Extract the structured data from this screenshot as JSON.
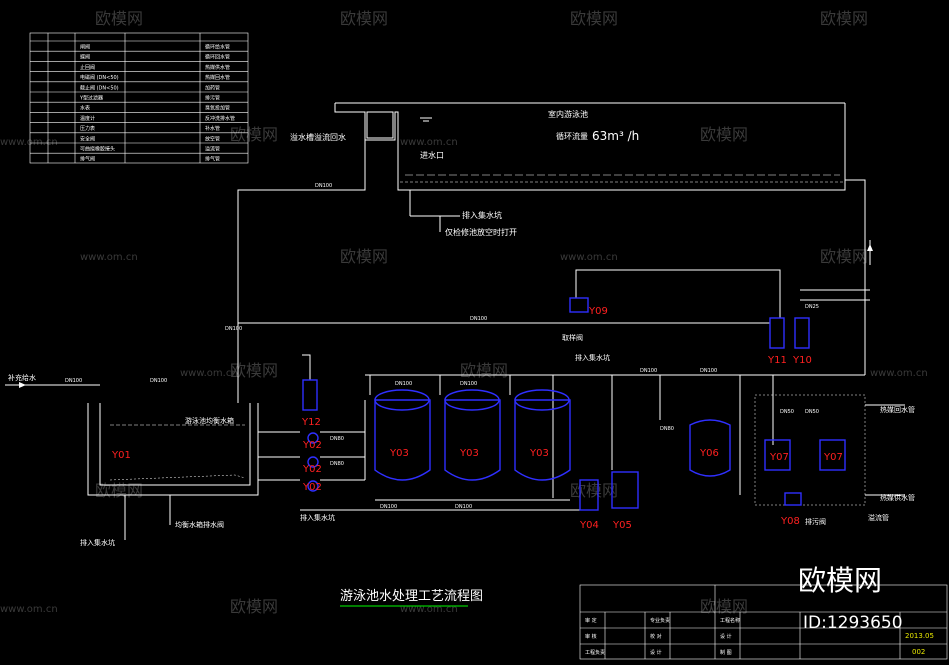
{
  "colors": {
    "background": "#000000",
    "line": "#ffffff",
    "equipment": "#2f2fff",
    "equipment_label": "#ff2020",
    "title_underline": "#00c800",
    "title_block_year": "#e8e800",
    "watermark": "#3a3a3a"
  },
  "title": "游泳池水处理工艺流程图",
  "pool": {
    "name": "室内游泳池",
    "flow_label": "循环流量",
    "flow_value": "63m³ /h",
    "inlet": "进水口",
    "overflow_label": "溢水槽溢流回水",
    "drain_to": "排入集水坑",
    "drain_note": "仅检修池放空时打开"
  },
  "balance_tank": {
    "name": "游泳池均衡水箱",
    "drain": "均衡水箱排水阀",
    "to_pit": "排入集水坑",
    "makeup": "补充给水"
  },
  "pipes": {
    "dn100": "DN100",
    "dn80": "DN80",
    "dn50": "DN50",
    "dn25": "DN25"
  },
  "notes": {
    "sampling": "取样阀",
    "to_pit_mid": "排入集水坑",
    "to_pit_bottom": "排入集水坑",
    "heat_return": "热媒回水管",
    "heat_supply": "热媒供水管",
    "drain_valve": "排污阀",
    "water_tap": "溢流管"
  },
  "equipment": {
    "y01": "Y01",
    "y02a": "Y02",
    "y02b": "Y02",
    "y02c": "Y02",
    "y03a": "Y03",
    "y03b": "Y03",
    "y03c": "Y03",
    "y04": "Y04",
    "y05": "Y05",
    "y06": "Y06",
    "y07a": "Y07",
    "y07b": "Y07",
    "y08": "Y08",
    "y09": "Y09",
    "y10": "Y10",
    "y11": "Y11",
    "y12": "Y12"
  },
  "legend": {
    "rows": [
      {
        "name": "闸阀",
        "desc": "循环给水管"
      },
      {
        "name": "蝶阀",
        "desc": "循环回水管"
      },
      {
        "name": "止回阀",
        "desc": "热媒供水管"
      },
      {
        "name": "电磁阀 (DN<50)",
        "desc": "热媒回水管"
      },
      {
        "name": "截止阀 (DN<50)",
        "desc": "加药管"
      },
      {
        "name": "Y型过滤器",
        "desc": "排污管"
      },
      {
        "name": "水表",
        "desc": "臭氧投加管"
      },
      {
        "name": "温度计",
        "desc": "反冲洗排水管"
      },
      {
        "name": "压力表",
        "desc": "补水管"
      },
      {
        "name": "安全阀",
        "desc": "放空管"
      },
      {
        "name": "可曲挠橡胶接头",
        "desc": "溢流管"
      },
      {
        "name": "排气阀",
        "desc": "排气管"
      }
    ]
  },
  "title_block": {
    "row1_c1": "审 定",
    "row1_c2": "专业负责",
    "row1_c3": "工程名称",
    "row2_c1": "审 核",
    "row2_c2": "校 对",
    "row2_c3": "设 计",
    "row3_c1": "工程负责",
    "row3_c2": "设 计",
    "row3_c3": "制 图",
    "date": "2013.05",
    "sheet": "002"
  },
  "watermarks": {
    "logo": "欧模网",
    "url": "www.om.cn",
    "big_logo": "欧模网",
    "id": "ID:1293650"
  }
}
